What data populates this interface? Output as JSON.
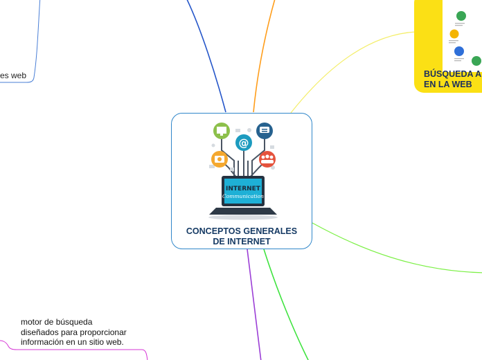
{
  "central": {
    "title_line1": "CONCEPTOS GENERALES",
    "title_line2": "DE INTERNET",
    "image_text_top": "INTERNET",
    "image_text_bottom": "Communication"
  },
  "nodes": {
    "yellow_title_line1": "BÚSQUEDA A",
    "yellow_title_line2": "EN LA WEB",
    "topleft_label": "es web",
    "bottom_text_line1": "motor  de  búsqueda",
    "bottom_text_line2": "diseñados para proporcionar",
    "bottom_text_line3": "información en un sitio web."
  },
  "colors": {
    "blue": "#2556c9",
    "orange": "#ff9d1a",
    "yellow": "#f4ee6a",
    "green": "#6aed3a",
    "purple": "#9b3ed6",
    "light_green": "#3fe33f",
    "magenta": "#d634d6",
    "node_yellow": "#fbe015",
    "title_navy": "#153a64"
  }
}
